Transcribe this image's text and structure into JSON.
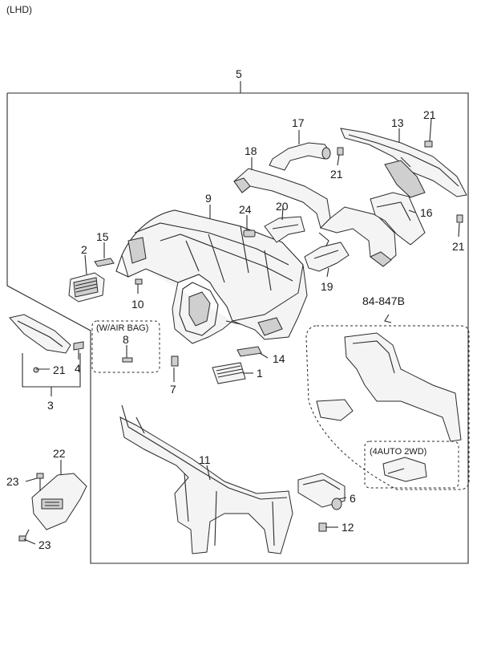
{
  "header": {
    "variant": "(LHD)"
  },
  "callouts": {
    "n1": "1",
    "n2": "2",
    "n3": "3",
    "n4": "4",
    "n5": "5",
    "n6": "6",
    "n7": "7",
    "n8": "8",
    "n9": "9",
    "n10": "10",
    "n11": "11",
    "n12": "12",
    "n13": "13",
    "n14": "14",
    "n15": "15",
    "n16": "16",
    "n17": "17",
    "n18": "18",
    "n19": "19",
    "n20": "20",
    "n21": "21",
    "n22": "22",
    "n23": "23",
    "n24": "24",
    "ref": "84-847B"
  },
  "notes": {
    "airbag": "(W/AIR BAG)",
    "auto2wd": "(4AUTO 2WD)"
  }
}
